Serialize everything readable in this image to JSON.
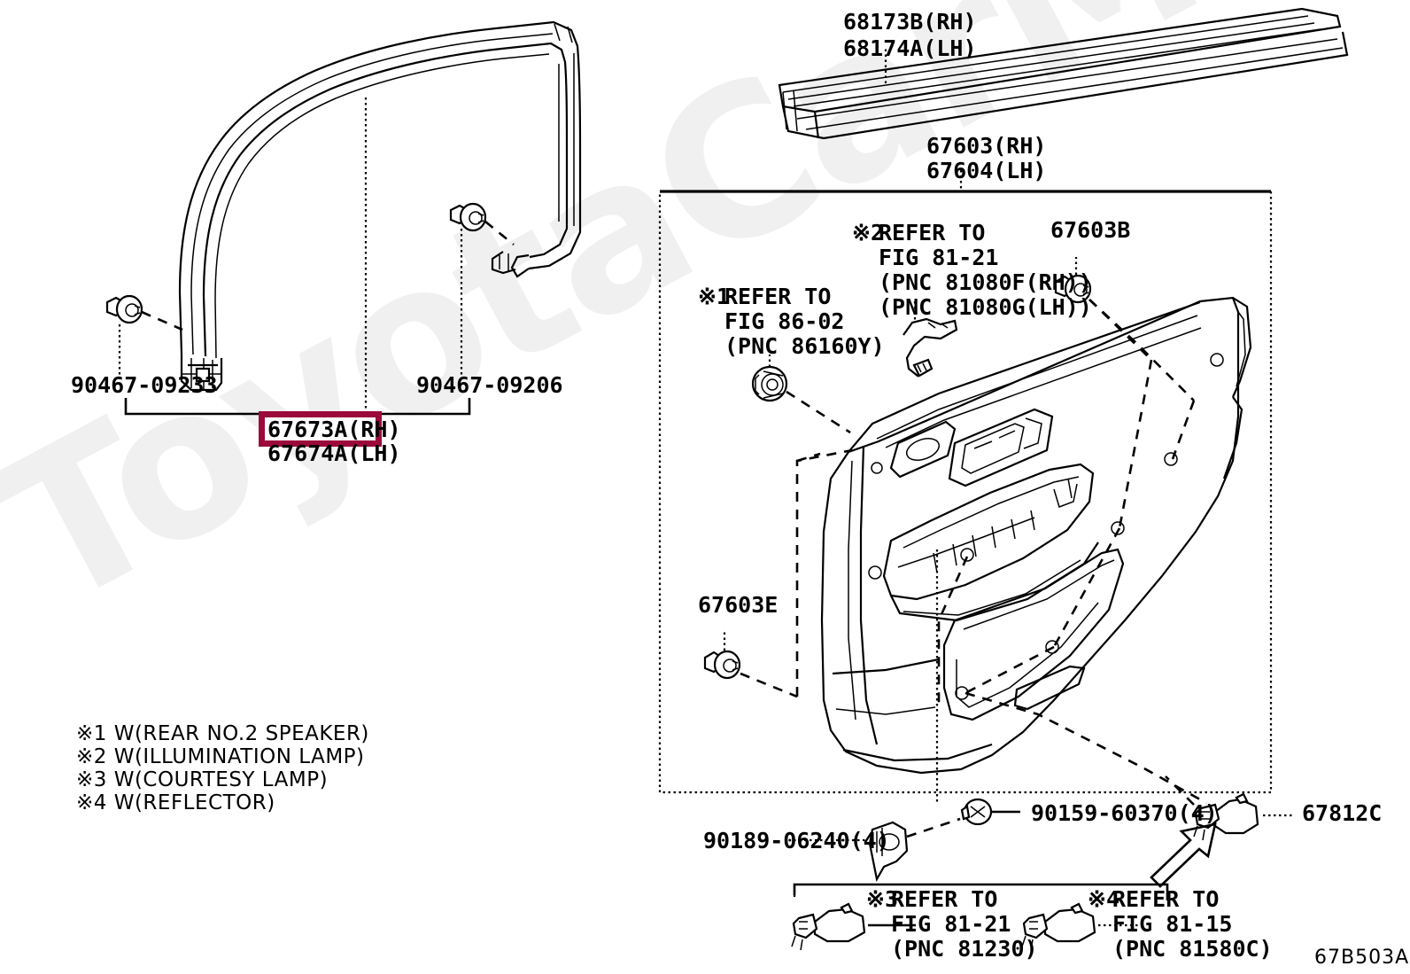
{
  "figure": {
    "code": "67B503A",
    "highlight_color": "#9b0a3a",
    "highlighted_part": "67673A(RH)"
  },
  "watermark": {
    "text": "ToyotaCarMine.ru"
  },
  "labels": {
    "clip_left": "90467-09233",
    "clip_right": "90467-09206",
    "run_rh": "67673A(RH)",
    "run_lh": "67674A(LH)",
    "belt_moulding_rh": "68173B(RH)",
    "belt_moulding_lh": "68174A(LH)",
    "door_trim_rh": "67603(RH)",
    "door_trim_lh": "67604(LH)",
    "clip_67603b": "67603B",
    "clip_67603e": "67603E",
    "part_67812c": "67812C",
    "screw_90159": "90159-60370(4)",
    "clip_90189": "90189-06240(4)"
  },
  "refer_notes": {
    "note1": {
      "marker": "※1",
      "line1": "REFER TO",
      "line2": "FIG 86-02",
      "line3": "(PNC 86160Y)"
    },
    "note2": {
      "marker": "※2",
      "line1": "REFER TO",
      "line2": "FIG 81-21",
      "line3": "(PNC 81080F(RH))",
      "line4": "(PNC 81080G(LH))"
    },
    "note3": {
      "marker": "※3",
      "line1": "REFER TO",
      "line2": "FIG 81-21",
      "line3": "(PNC 81230)"
    },
    "note4": {
      "marker": "※4",
      "line1": "REFER TO",
      "line2": "FIG 81-15",
      "line3": "(PNC 81580C)"
    }
  },
  "legend": {
    "items": [
      "※1 W(REAR NO.2 SPEAKER)",
      "※2 W(ILLUMINATION LAMP)",
      "※3 W(COURTESY LAMP)",
      "※4 W(REFLECTOR)"
    ]
  }
}
